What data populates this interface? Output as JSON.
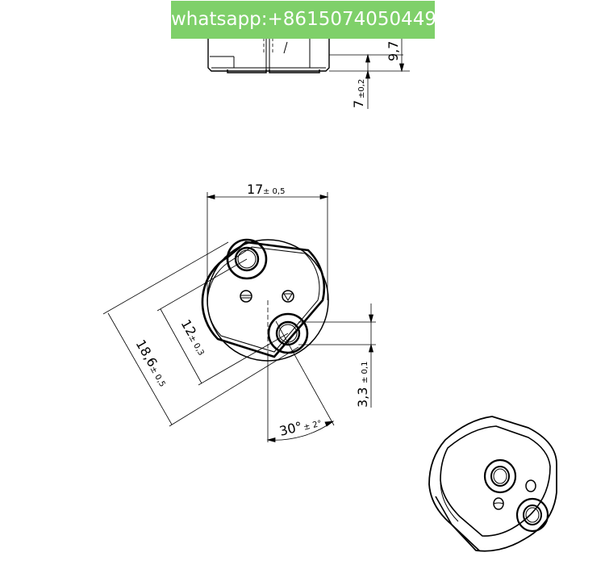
{
  "watermark": {
    "text": "whatsapp:+8615074050449"
  },
  "dimensions": {
    "height_main": "9,7",
    "height_base": "7",
    "height_base_tol": "±0,2",
    "diameter": "17",
    "diameter_tol": "± 0,5",
    "pin_spacing": "12",
    "pin_spacing_tol": "± 0,3",
    "width_diag": "18,6",
    "width_diag_tol": "± 0,5",
    "pin_size": "3,3",
    "pin_size_tol": "± 0,1",
    "angle": "30°",
    "angle_tol": "± 2°"
  },
  "colors": {
    "line": "#000000",
    "watermark_bg": "#7fd06a",
    "watermark_text": "#ffffff"
  }
}
